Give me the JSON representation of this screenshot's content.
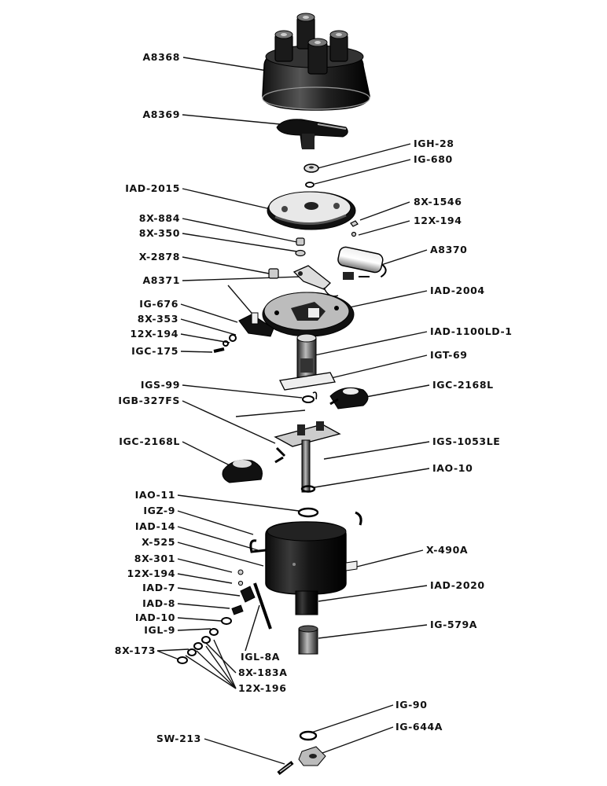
{
  "labels": {
    "a8368": "A8368",
    "a8369": "A8369",
    "igh28": "IGH-28",
    "ig680": "IG-680",
    "iad2015": "IAD-2015",
    "x1546": "8X-1546",
    "x194a": "12X-194",
    "x884": "8X-884",
    "x350": "8X-350",
    "a8370": "A8370",
    "x2878": "X-2878",
    "a8371": "A8371",
    "iad2004": "IAD-2004",
    "ig676": "IG-676",
    "x353": "8X-353",
    "x194b": "12X-194",
    "igc175": "IGC-175",
    "iad1100": "IAD-1100LD-1",
    "igt69": "IGT-69",
    "igs99": "IGS-99",
    "igc2168r": "IGC-2168L",
    "igb327": "IGB-327FS",
    "igc2168l": "IGC-2168L",
    "igs1053": "IGS-1053LE",
    "iao10": "IAO-10",
    "iao11": "IAO-11",
    "igz9": "IGZ-9",
    "iad14": "IAD-14",
    "x525": "X-525",
    "x490a": "X-490A",
    "x301": "8X-301",
    "x194c": "12X-194",
    "iad7": "IAD-7",
    "iad2020": "IAD-2020",
    "iad8": "IAD-8",
    "iad10": "IAD-10",
    "ig579a": "IG-579A",
    "igl9": "IGL-9",
    "x173": "8X-173",
    "igl8a": "IGL-8A",
    "x183a": "8X-183A",
    "x196": "12X-196",
    "ig90": "IG-90",
    "ig644a": "IG-644A",
    "sw213": "SW-213"
  }
}
